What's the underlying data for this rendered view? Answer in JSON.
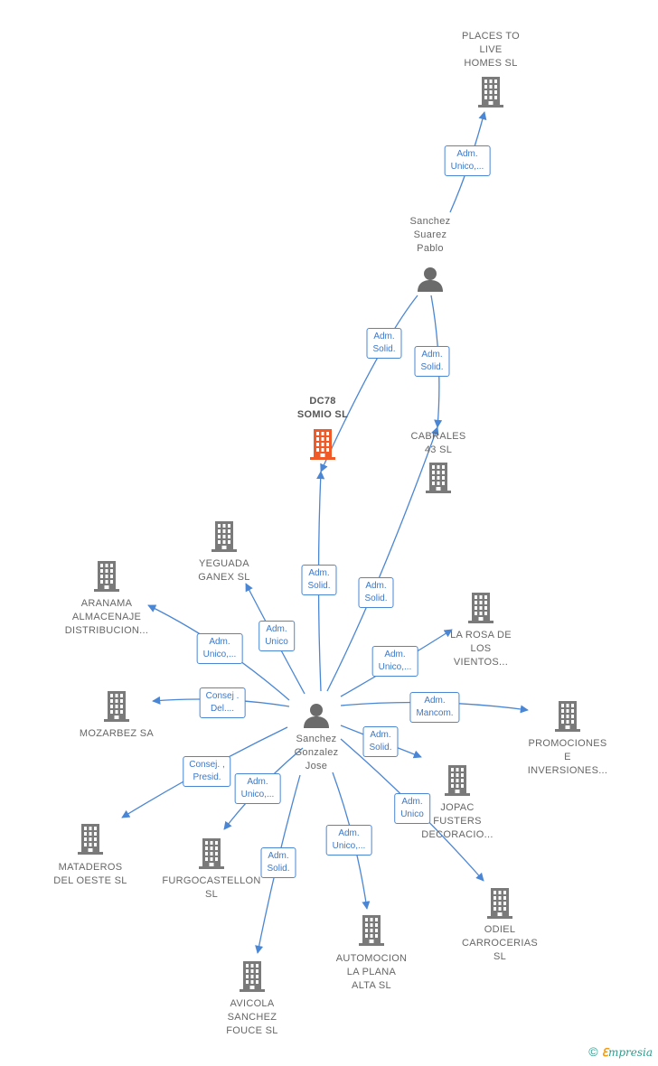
{
  "colors": {
    "edge": "#4a86d4",
    "building": "#7a7a7a",
    "building_main": "#f05a28",
    "person": "#6b6b6b"
  },
  "nodes": [
    {
      "id": "places",
      "type": "company",
      "lines": [
        "PLACES TO",
        "LIVE",
        "HOMES  SL"
      ]
    },
    {
      "id": "sanchez_suarez",
      "type": "person",
      "lines": [
        "Sanchez",
        "Suarez",
        "Pablo"
      ]
    },
    {
      "id": "dc78",
      "type": "company",
      "main": true,
      "lines": [
        "DC78",
        "SOMIO  SL"
      ]
    },
    {
      "id": "cabrales",
      "type": "company",
      "lines": [
        "CABRALES",
        "43  SL"
      ]
    },
    {
      "id": "yeguada",
      "type": "company",
      "lines": [
        "YEGUADA",
        "GANEX  SL"
      ]
    },
    {
      "id": "aranama",
      "type": "company",
      "lines": [
        "ARANAMA",
        "ALMACENAJE",
        "DISTRIBUCION..."
      ]
    },
    {
      "id": "larosa",
      "type": "company",
      "lines": [
        "LA ROSA DE",
        "LOS",
        "VIENTOS..."
      ]
    },
    {
      "id": "mozarbez",
      "type": "company",
      "lines": [
        "MOZARBEZ SA"
      ]
    },
    {
      "id": "sanchez_gonzalez",
      "type": "person",
      "lines": [
        "Sanchez",
        "Gonzalez",
        "Jose"
      ]
    },
    {
      "id": "promociones",
      "type": "company",
      "lines": [
        "PROMOCIONES",
        "E",
        "INVERSIONES..."
      ]
    },
    {
      "id": "jopac",
      "type": "company",
      "lines": [
        "JOPAC",
        "FUSTERS",
        "DECORACIO..."
      ]
    },
    {
      "id": "mataderos",
      "type": "company",
      "lines": [
        "MATADEROS",
        "DEL OESTE SL"
      ]
    },
    {
      "id": "furgocastellon",
      "type": "company",
      "lines": [
        "FURGOCASTELLON",
        "SL"
      ]
    },
    {
      "id": "odiel",
      "type": "company",
      "lines": [
        "ODIEL",
        "CARROCERIAS",
        "SL"
      ]
    },
    {
      "id": "automocion",
      "type": "company",
      "lines": [
        "AUTOMOCION",
        "LA PLANA",
        "ALTA  SL"
      ]
    },
    {
      "id": "avicola",
      "type": "company",
      "lines": [
        "AVICOLA",
        "SANCHEZ",
        "FOUCE  SL"
      ]
    }
  ],
  "edges": [
    {
      "from": "sanchez_suarez",
      "to": "places",
      "lines": [
        "Adm.",
        "Unico,..."
      ]
    },
    {
      "from": "sanchez_suarez",
      "to": "dc78",
      "lines": [
        "Adm.",
        "Solid."
      ]
    },
    {
      "from": "sanchez_suarez",
      "to": "cabrales",
      "lines": [
        "Adm.",
        "Solid."
      ]
    },
    {
      "from": "sanchez_gonzalez",
      "to": "dc78",
      "lines": [
        "Adm.",
        "Solid."
      ]
    },
    {
      "from": "sanchez_gonzalez",
      "to": "cabrales",
      "lines": [
        "Adm.",
        "Solid."
      ]
    },
    {
      "from": "sanchez_gonzalez",
      "to": "yeguada",
      "lines": [
        "Adm.",
        "Unico"
      ]
    },
    {
      "from": "sanchez_gonzalez",
      "to": "aranama",
      "lines": [
        "Adm.",
        "Unico,..."
      ]
    },
    {
      "from": "sanchez_gonzalez",
      "to": "larosa",
      "lines": [
        "Adm.",
        "Unico,..."
      ]
    },
    {
      "from": "sanchez_gonzalez",
      "to": "mozarbez",
      "lines": [
        "Consej .",
        "Del...."
      ]
    },
    {
      "from": "sanchez_gonzalez",
      "to": "promociones",
      "lines": [
        "Adm.",
        "Mancom."
      ]
    },
    {
      "from": "sanchez_gonzalez",
      "to": "jopac",
      "lines": [
        "Adm.",
        "Solid."
      ]
    },
    {
      "from": "sanchez_gonzalez",
      "to": "mataderos",
      "lines": [
        "Consej. ,",
        "Presid."
      ]
    },
    {
      "from": "sanchez_gonzalez",
      "to": "furgocastellon",
      "lines": [
        "Adm.",
        "Unico,..."
      ]
    },
    {
      "from": "sanchez_gonzalez",
      "to": "odiel",
      "lines": [
        "Adm.",
        "Unico"
      ]
    },
    {
      "from": "sanchez_gonzalez",
      "to": "automocion",
      "lines": [
        "Adm.",
        "Unico,..."
      ]
    },
    {
      "from": "sanchez_gonzalez",
      "to": "avicola",
      "lines": [
        "Adm.",
        "Solid."
      ]
    }
  ],
  "footer": {
    "copyright_symbol": "©",
    "brand_initial": "ℇ",
    "brand_rest": "mpresia"
  }
}
